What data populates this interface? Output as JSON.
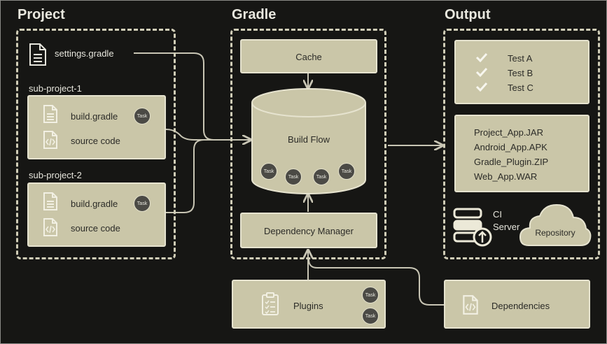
{
  "sections": {
    "project": "Project",
    "gradle": "Gradle",
    "output": "Output"
  },
  "project": {
    "settings_file": "settings.gradle",
    "subprojects": [
      {
        "name": "sub-project-1",
        "build_file": "build.gradle",
        "source": "source code",
        "task": "Task"
      },
      {
        "name": "sub-project-2",
        "build_file": "build.gradle",
        "source": "source code",
        "task": "Task"
      }
    ]
  },
  "gradle": {
    "cache": "Cache",
    "build_flow": "Build Flow",
    "flow_tasks": [
      "Task",
      "Task",
      "Task",
      "Task"
    ],
    "dependency_manager": "Dependency Manager",
    "plugins": "Plugins",
    "plugin_tasks": [
      "Task",
      "Task"
    ]
  },
  "output": {
    "tests": [
      "Test A",
      "Test B",
      "Test C"
    ],
    "artifacts": [
      "Project_App.JAR",
      "Android_App.APK",
      "Gradle_Plugin.ZIP",
      "Web_App.WAR"
    ],
    "ci_line1": "CI",
    "ci_line2": "Server",
    "repository": "Repository"
  },
  "dependencies": "Dependencies",
  "colors": {
    "background": "#161614",
    "box_fill": "#cac6a8",
    "dashed_border": "#d0cdb7",
    "task_badge": "#4b4a45"
  },
  "icons": [
    "file-icon",
    "code-file-icon",
    "checklist-icon",
    "check-icon",
    "database-upload-icon",
    "cloud-icon"
  ]
}
